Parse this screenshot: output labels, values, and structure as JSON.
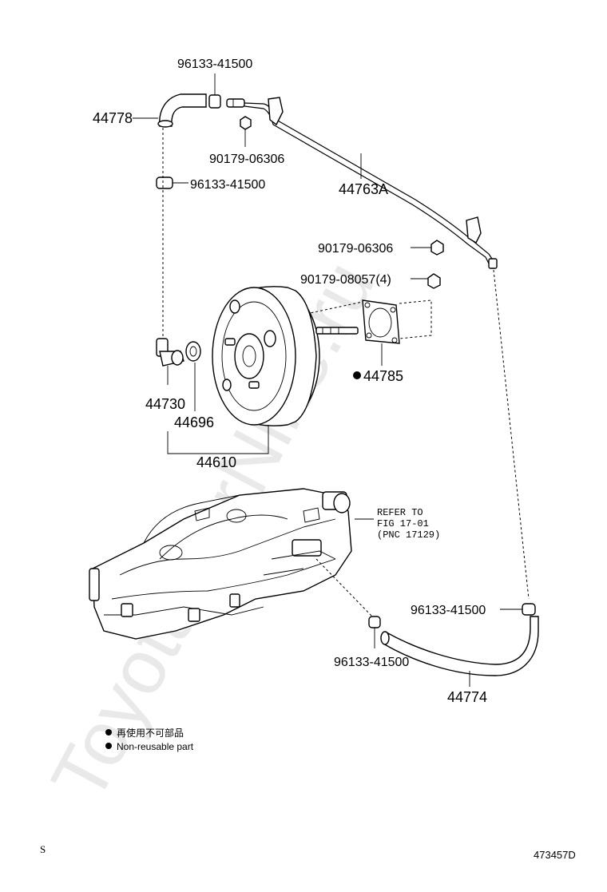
{
  "watermark": "ToyotaCarNine.ru",
  "labels": {
    "clamp_top": "96133-41500",
    "hose_44778": "44778",
    "nut_top": "90179-06306",
    "clamp_mid": "96133-41500",
    "tube_44763a": "44763A",
    "nut_right": "90179-06306",
    "nut_booster": "90179-08057(4)",
    "gasket_44785": "44785",
    "valve_44730": "44730",
    "grommet_44696": "44696",
    "booster_44610": "44610",
    "clamp_right": "96133-41500",
    "clamp_bottom": "96133-41500",
    "hose_44774": "44774"
  },
  "refer": {
    "line1": "REFER TO",
    "line2": "FIG 17-01",
    "line3": "(PNC 17129)"
  },
  "legend": {
    "jp": "再使用不可部品",
    "en": "Non-reusable part"
  },
  "footer": {
    "left": "S",
    "right": "473457D"
  }
}
